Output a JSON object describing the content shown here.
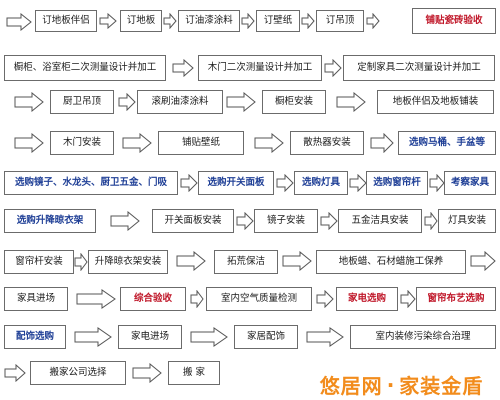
{
  "flow": {
    "row1": [
      "订地板伴侣",
      "订地板",
      "订油漆涂料",
      "订壁纸",
      "订吊顶",
      "铺贴瓷砖验收"
    ],
    "row2": [
      "橱柜、浴室柜二次测量设计并加工",
      "木门二次测量设计并加工",
      "定制家具二次测量设计并加工"
    ],
    "row3": [
      "厨卫吊顶",
      "滚刷油漆涂料",
      "橱柜安装",
      "地板伴侣及地板铺装"
    ],
    "row4": [
      "木门安装",
      "铺贴壁纸",
      "散热器安装",
      "选购马桶、手盆等"
    ],
    "row5": [
      "选购镜子、水龙头、厨卫五金、门吸",
      "选购开关面板",
      "选购灯具",
      "选购窗帘杆",
      "考察家具"
    ],
    "row6": [
      "选购升降晾衣架",
      "开关面板安装",
      "镜子安装",
      "五金洁具安装",
      "灯具安装"
    ],
    "row7": [
      "窗帘杆安装",
      "升降晾衣架安装",
      "拓荒保洁",
      "地板蜡、石材蜡施工保养"
    ],
    "row8": [
      "家具进场",
      "综合验收",
      "室内空气质量检测",
      "家电选购",
      "窗帘布艺选购"
    ],
    "row9": [
      "配饰选购",
      "家电进场",
      "家居配饰",
      "室内装修污染综合治理"
    ],
    "row10": [
      "搬家公司选择",
      "搬 家"
    ]
  },
  "watermark": {
    "brand": "悠居网",
    "dot": "·",
    "tagline": "家装金盾"
  },
  "colors": {
    "blue_text": "#1f3f96",
    "red_text": "#c0182a",
    "watermark": "#f28c1c",
    "border": "#6b6b6b"
  }
}
